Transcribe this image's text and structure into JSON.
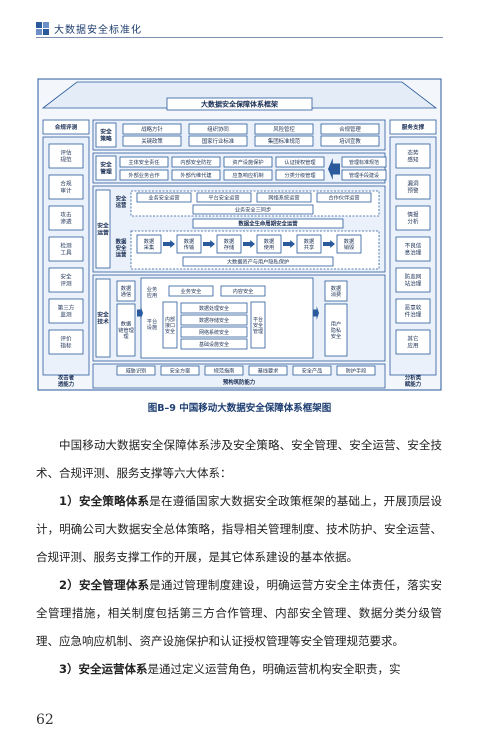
{
  "header": {
    "title": "大数据安全标准化"
  },
  "figure": {
    "banner": "大数据安全保障体系框架",
    "left_column": {
      "top": "合规评测",
      "items": [
        "评估\n规范",
        "合规\n审计",
        "攻击\n渗透",
        "检测\n工具",
        "安全\n评测",
        "第三方\n监测",
        "评价\n指标"
      ],
      "bottom": "攻击者\n透能力"
    },
    "right_column": {
      "top": "服务支撑",
      "items": [
        "态势\n感知",
        "漏洞\n预警",
        "情报\n分析",
        "不良信\n息治理",
        "防血网\n站治理",
        "恶意软\n件治理",
        "其它\n应用"
      ],
      "bottom": "分析类\n赋能力"
    },
    "policy": {
      "label": "安全\n策略",
      "row1": [
        "战略方针",
        "组织协同",
        "风险管控",
        "合规管理"
      ],
      "row2": [
        "关键政策",
        "国家行业标准",
        "集团标准规范",
        "培训宣教"
      ]
    },
    "management": {
      "label": "安全\n管理",
      "row1": [
        "主体安全责任",
        "内部安全防控",
        "资产设施保护",
        "认证授权管理"
      ],
      "row2": [
        "外部业务合作",
        "外部代维代建",
        "应急响应机制",
        "分类分级管理"
      ],
      "side": [
        "管理标准规范",
        "管理手段建设"
      ]
    },
    "operation": {
      "label": "安全\n运营",
      "sub1": "安全\n运营",
      "row1": [
        "业务安全运营",
        "平台安全运营",
        "网络系统运营",
        "合作伙伴运营"
      ],
      "row1_band": "业务安全三同步",
      "band2": "数据全生命周期安全运营",
      "sub2": "数据\n安全\n运营",
      "flow": [
        "数据\n采集",
        "数据\n传输",
        "数据\n存储",
        "数据\n使用",
        "数据\n共享",
        "数据\n销毁"
      ],
      "flow_band": "大数据资产与用户隐私保护"
    },
    "technology": {
      "label": "安全\n技术",
      "left_top": "数据\n通信",
      "left_mid": "数据\n链管理\n理",
      "center_top_label": "业务\n应用",
      "center_top": [
        "业务安全",
        "内容安全"
      ],
      "center_mid_label": "平台\n设施",
      "center_mid_left": "内部\n接口\n安全",
      "center_mid": [
        "数据处理安全",
        "数据存储安全",
        "网络系统安全",
        "基础设施安全"
      ],
      "center_mid_right": "平台\n安全\n管理",
      "right_top": "数据\n消费",
      "right_mid": "用户\n隐私\n安全"
    },
    "bottom_bar": {
      "items": [
        "威胁识别",
        "安全方案",
        "规范指南",
        "基线要求",
        "安全产品",
        "防护手段"
      ],
      "band": "预构筑防能力"
    }
  },
  "caption": "图B–9  中国移动大数据安全保障体系框架图",
  "body": {
    "p0": "中国移动大数据安全保障体系涉及安全策略、安全管理、安全运营、安全技术、合规评测、服务支撑等六大体系：",
    "p1_num": "1）",
    "p1_term": "安全策略体系",
    "p1_text": "是在遵循国家大数据安全政策框架的基础上，开展顶层设计，明确公司大数据安全总体策略，指导相关管理制度、技术防护、安全运营、合规评测、服务支撑工作的开展，是其它体系建设的基本依据。",
    "p2_num": "2）",
    "p2_term": "安全管理体系",
    "p2_text": "是通过管理制度建设，明确运营方安全主体责任，落实安全管理措施，相关制度包括第三方合作管理、内部安全管理、数据分类分级管理、应急响应机制、资产设施保护和认证授权管理等安全管理规范要求。",
    "p3_num": "3）",
    "p3_term": "安全运营体系",
    "p3_text": "是通过定义运营角色，明确运营机构安全职责，实"
  },
  "page_number": "62",
  "colors": {
    "primary": "#2a5a9c",
    "navy": "#1f3f73",
    "light": "#d6e3f5"
  }
}
